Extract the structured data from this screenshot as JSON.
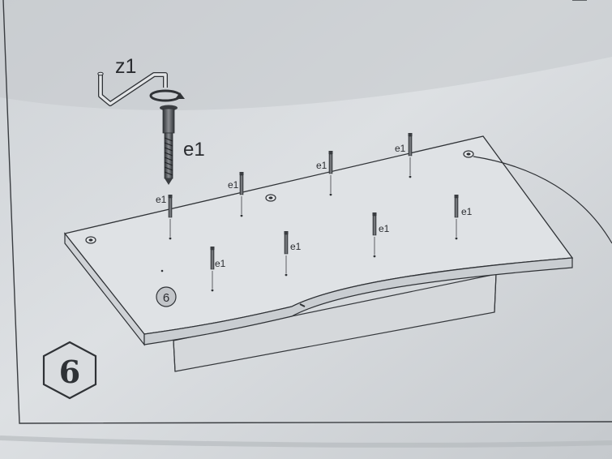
{
  "step": {
    "number": "6",
    "panel_marker": "6"
  },
  "parts": {
    "tool": "z1",
    "screw": "e1"
  },
  "callouts": [
    "e1",
    "e1",
    "e1",
    "e1",
    "e1",
    "e1",
    "e1",
    "e1"
  ],
  "colors": {
    "paper": "#d8dbde",
    "paper_shadow": "#b7bbbf",
    "ink": "#2f3236",
    "screw_dark": "#3b3e42"
  }
}
